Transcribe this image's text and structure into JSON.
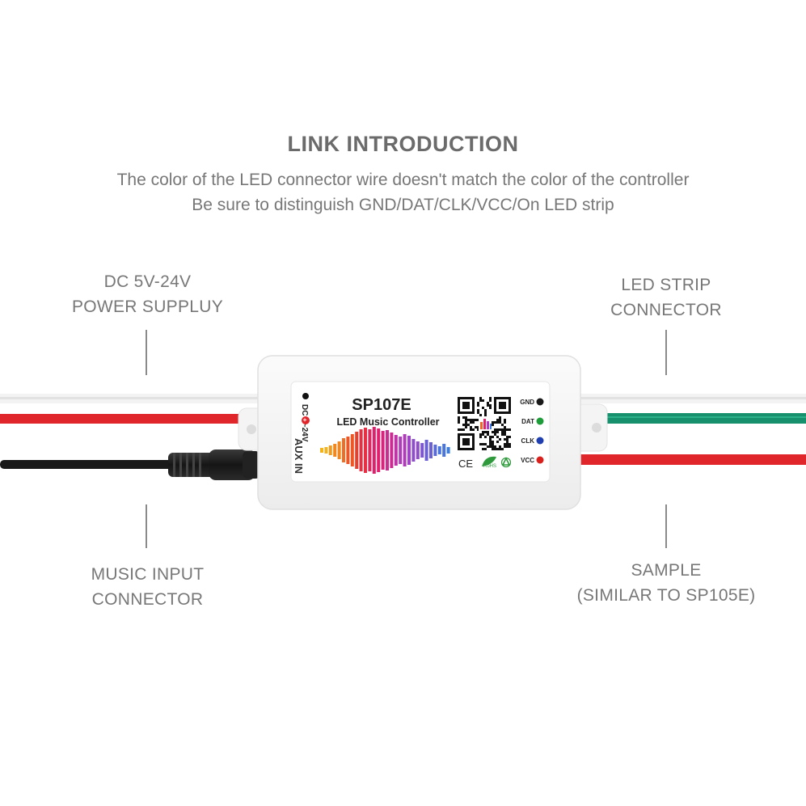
{
  "heading": {
    "title": "LINK INTRODUCTION",
    "line1": "The color of the LED connector wire doesn't match the color of the controller",
    "line2": "Be sure to distinguish GND/DAT/CLK/VCC/On LED strip"
  },
  "callouts": {
    "power": {
      "line1": "DC 5V-24V",
      "line2": "POWER SUPPLUY"
    },
    "led_strip": {
      "line1": "LED STRIP",
      "line2": "CONNECTOR"
    },
    "music_input": {
      "line1": "MUSIC INPUT",
      "line2": "CONNECTOR"
    },
    "sample": {
      "line1": "SAMPLE",
      "line2": "(SIMILAR TO SP105E)"
    }
  },
  "device": {
    "model": "SP107E",
    "subtitle": "LED Music Controller",
    "power_marking": "DC 5~24V",
    "aux_marking": "AUX IN",
    "certifications": {
      "ce": "CE",
      "rohs": "RoHS",
      "recycle_icon": "recycle-icon"
    },
    "pins": [
      {
        "label": "GND",
        "color": "#1a1a1a"
      },
      {
        "label": "DAT",
        "color": "#1e9c3a"
      },
      {
        "label": "CLK",
        "color": "#1f3fb0"
      },
      {
        "label": "VCC",
        "color": "#d8201c"
      }
    ]
  },
  "colors": {
    "wire_red": "#e1262b",
    "wire_green": "#17906e",
    "wire_black": "#1a1a1a",
    "heading_gray": "#6b6b6b",
    "text_gray": "#777777"
  }
}
